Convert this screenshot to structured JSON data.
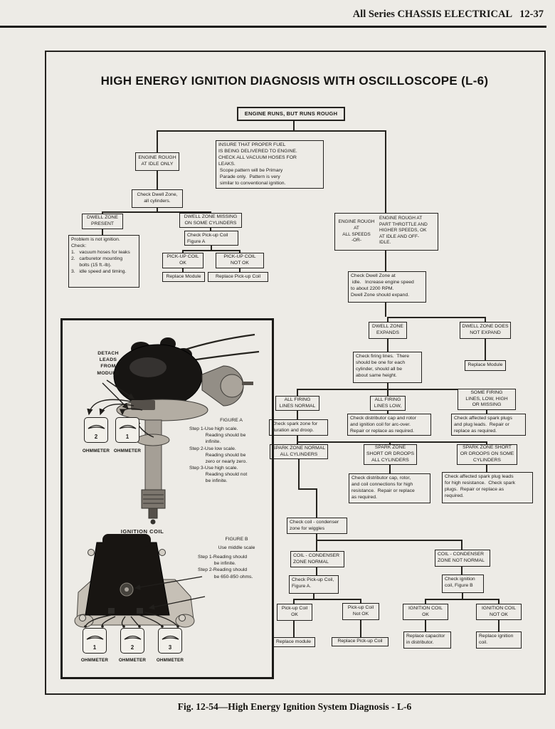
{
  "page": {
    "header": "All Series CHASSIS ELECTRICAL   12-37",
    "title": "HIGH ENERGY IGNITION DIAGNOSIS WITH OSCILLOSCOPE (L-6)",
    "caption": "Fig. 12-54—High Energy Ignition System Diagnosis - L-6"
  },
  "nodes": {
    "engine_runs": "ENGINE RUNS, BUT RUNS ROUGH",
    "fuel_note": "INSURE THAT PROPER FUEL\nIS BEING DELIVERED TO ENGINE.\nCHECK ALL VACUUM HOSES FOR\nLEAKS.\n Scope pattern will be Primary\n Parade only.  Pattern is very\n similar to conventional ignition.",
    "engine_rough_idle": "ENGINE ROUGH\nAT IDLE ONLY",
    "check_dwell_all": "Check Dwell Zone,\nall cylinders.",
    "dwell_present": "DWELL ZONE\nPRESENT",
    "dwell_missing": "DWELL ZONE MISSING\nON SOME CYLINDERS",
    "check_pickup_a": "Check Pick-up Coil\nFigure A",
    "pickup_ok": "PICK-UP COIL\nOK",
    "pickup_not_ok": "PICK-UP COIL\nNOT OK",
    "replace_module_1": "Replace Module",
    "replace_pickup_1": "Replace Pick-up Coil",
    "problem_not_ignition": "Problem is not ignition.\nCheck:\n1.   vacuum hoses for leaks\n2.   carburetor mounting\n      bolts (15 ft.-lb).\n3.   idle speed and timing.",
    "engine_rough_all": "ENGINE ROUGH AT\nALL SPEEDS\n-OR-",
    "engine_rough_part": "ENGINE ROUGH AT\nPART THROTTLE AND\nHIGHER SPEEDS, OK\nAT IDLE AND OFF-\nIDLE.",
    "check_dwell_idle": "Check Dwell Zone at\n idle.   Increase engine speed\nto about 2200 RPM.\nDwell Zone should expand.",
    "dwell_expands": "DWELL ZONE\nEXPANDS",
    "dwell_not_expand": "DWELL ZONE DOES\nNOT EXPAND",
    "replace_module_2": "Replace Module",
    "check_firing": "Check firing lines.  There\nshould be one for each\ncylinder, should all be\nabout same height.",
    "all_firing_normal": "ALL FIRING\nLINES NORMAL",
    "all_firing_low": "ALL FIRING\nLINES LOW,",
    "some_firing": "SOME FIRING\nLINES, LOW, HIGH\nOR MISSING",
    "check_spark_zone": "Check spark zone for\nduration and droop.",
    "check_dist_arc": "Check distributor cap and rotor\nand ignition coil for arc-over.\nRepair or replace as required.",
    "check_plugs_leads": "Check affected spark plugs\nand plug leads.  Repair or\nreplace as required.",
    "spark_normal": "SPARK ZONE NORMAL\nALL CYLINDERS",
    "spark_short_all": "SPARK ZONE\nSHORT OR DROOPS\nALL CYLINDERS",
    "spark_short_some": "SPARK ZONE SHORT\nOR DROOPS ON SOME\nCYLINDERS",
    "check_dist_res": "Check distributor cap, rotor,\nand coil connections for high\nresistance.  Repair or replace\nas required.",
    "check_lead_res": "Check affected spark plug leads\nfor high resistance.  Check spark\nplugs.  Repair or replace as\nrequired.",
    "check_coil_condenser": "Check coil - condenser\nzone for wiggles",
    "ccz_normal": "COIL - CONDENSER\nZONE NORMAL",
    "ccz_not_normal": "COIL - CONDENSER\nZONE NOT NORMAL",
    "check_pickup_a2": "Check Pick-up Coil,\nFigure A.",
    "check_ignition_b": "Check ignition\ncoil, Figure B",
    "pickup_ok2": "Pick-up Coil\nOK",
    "pickup_not_ok2": "Pick-up Coil\nNot OK",
    "ign_ok": "IGNITION COIL\nOK",
    "ign_not_ok": "IGNITION COIL\nNOT OK",
    "replace_module_3": "Replace module",
    "replace_pickup_2": "Replace Pick-up Coil",
    "replace_capacitor": "Replace capacitor\nin distributor.",
    "replace_ign_coil": "Replace ignition\ncoil."
  },
  "inset": {
    "detach_label": "DETACH\nLEADS\nFROM\nMODULE",
    "ohmmeter_label": "OHMMETER",
    "ignition_coil_label": "IGNITION COIL",
    "figure_a_title": "FIGURE A",
    "figure_a_steps": "Step 1-Use high scale.\n            Reading should be\n            infinite.\nStep 2-Use low scale.\n            Reading should be\n            zero or nearly zero.\nStep 3-Use high scale.\n            Reading should not\n            be infinite.",
    "figure_b_title": "FIGURE B",
    "figure_b_scale": "Use middle scale",
    "figure_b_steps": "Step 1-Reading should\n            be infinite.\nStep 2-Reading should\n            be 650-850 ohms.",
    "meters_a": [
      "2",
      "1"
    ],
    "meters_b": [
      "1",
      "2",
      "3"
    ]
  },
  "colors": {
    "ink": "#211f1c",
    "paper": "#edebe6"
  }
}
